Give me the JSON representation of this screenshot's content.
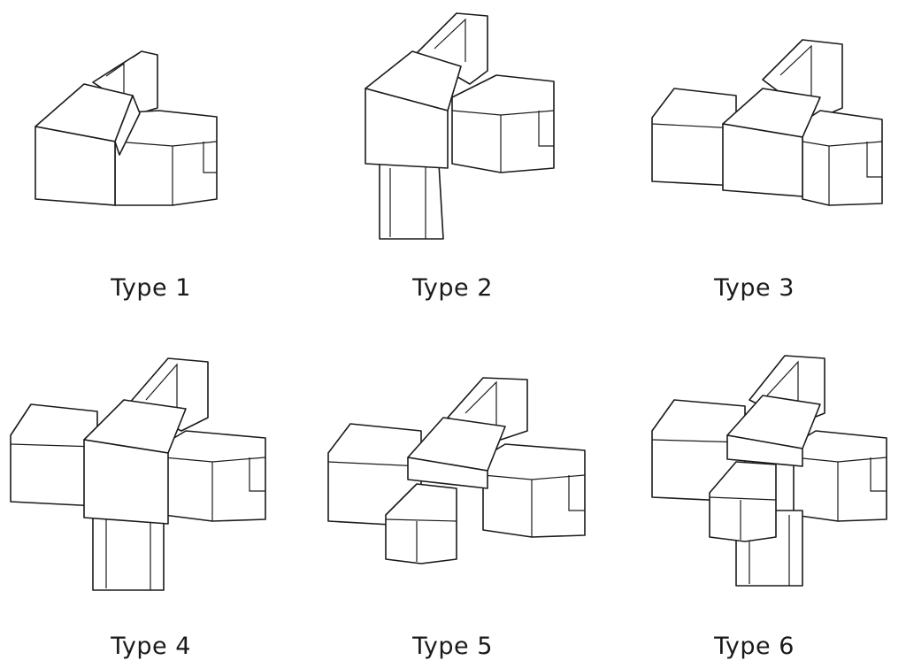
{
  "types": [
    {
      "label": "Type 1"
    },
    {
      "label": "Type 2"
    },
    {
      "label": "Type 3"
    },
    {
      "label": "Type 4"
    },
    {
      "label": "Type 5"
    },
    {
      "label": "Type 6"
    }
  ]
}
